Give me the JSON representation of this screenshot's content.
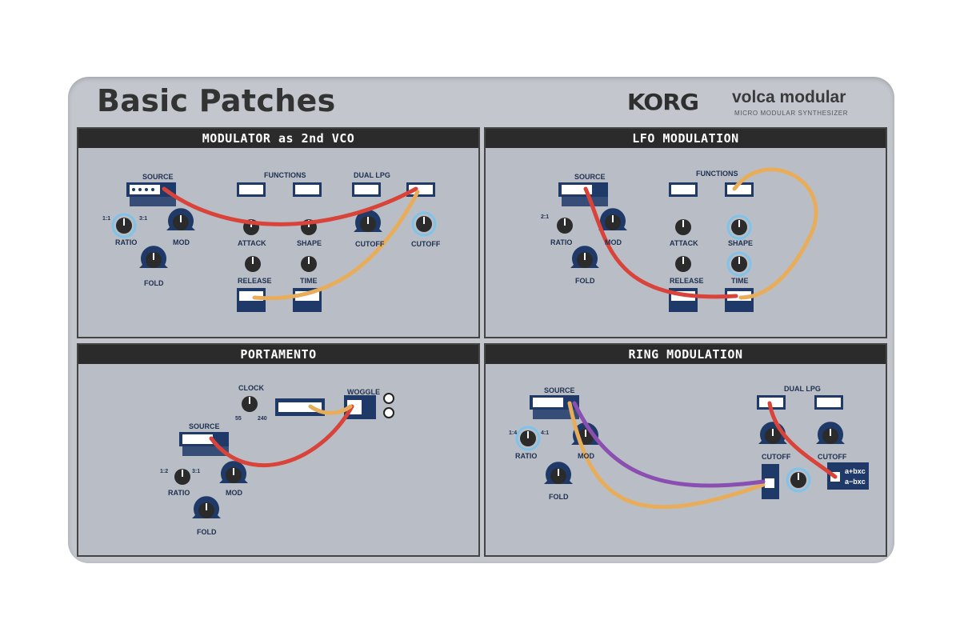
{
  "header": {
    "title": "Basic Patches",
    "brand_logo": "KORG",
    "product_name": "volca modular",
    "product_subtitle": "MICRO MODULAR SYNTHESIZER"
  },
  "panels": [
    {
      "title": "MODULATOR as 2nd VCO"
    },
    {
      "title": "LFO MODULATION"
    },
    {
      "title": "PORTAMENTO"
    },
    {
      "title": "RING MODULATION"
    }
  ],
  "labels": {
    "source": "SOURCE",
    "functions": "FUNCTIONS",
    "dual_lpg": "DUAL LPG",
    "ratio": "RATIO",
    "mod": "MOD",
    "fold": "FOLD",
    "attack": "ATTACK",
    "shape": "SHAPE",
    "release": "RELEASE",
    "time": "TIME",
    "cutoff": "CUTOFF",
    "clock": "CLOCK",
    "woggle": "WOGGLE",
    "r11": "1:1",
    "r21": "2:1",
    "r12": "1:2",
    "r31": "3:1",
    "r14": "1:4",
    "r41": "4:1",
    "clk_min": "55",
    "clk_max": "240",
    "ring_a": "a+bxc",
    "ring_b": "a−bxc"
  },
  "colors": {
    "card": "#c3c7cd",
    "panel": "#b9bec6",
    "module_blue": "#1f3a68",
    "knob_ring": "#7fc3ea",
    "cable_red": "#d9433a",
    "cable_orange": "#e8ad5a",
    "cable_purple": "#8a4fb0"
  }
}
